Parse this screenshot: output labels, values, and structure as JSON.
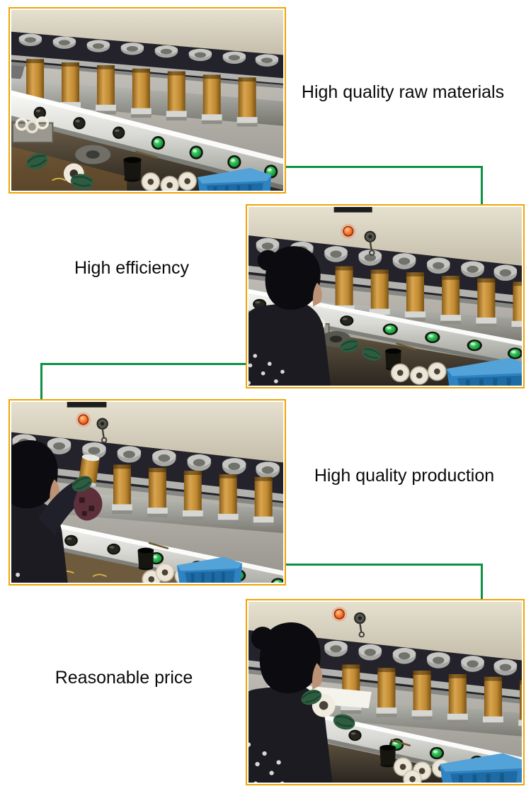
{
  "page": {
    "type": "product-feature-section",
    "background": "#FFFFFF"
  },
  "colors": {
    "frame_border": "#F0A404",
    "connector_green": "#0C9244",
    "caption_text": "#0A0A0A"
  },
  "features": [
    {
      "caption": "High quality raw materials",
      "photo": "press-machine-closeup-with-wood-cylinders-and-green-buttons"
    },
    {
      "caption": "High efficiency",
      "photo": "worker-operating-press-machine"
    },
    {
      "caption": "High quality production",
      "photo": "worker-loading-cylinder-into-press-machine"
    },
    {
      "caption": "Reasonable price",
      "photo": "worker-inspecting-white-ring-product"
    }
  ]
}
